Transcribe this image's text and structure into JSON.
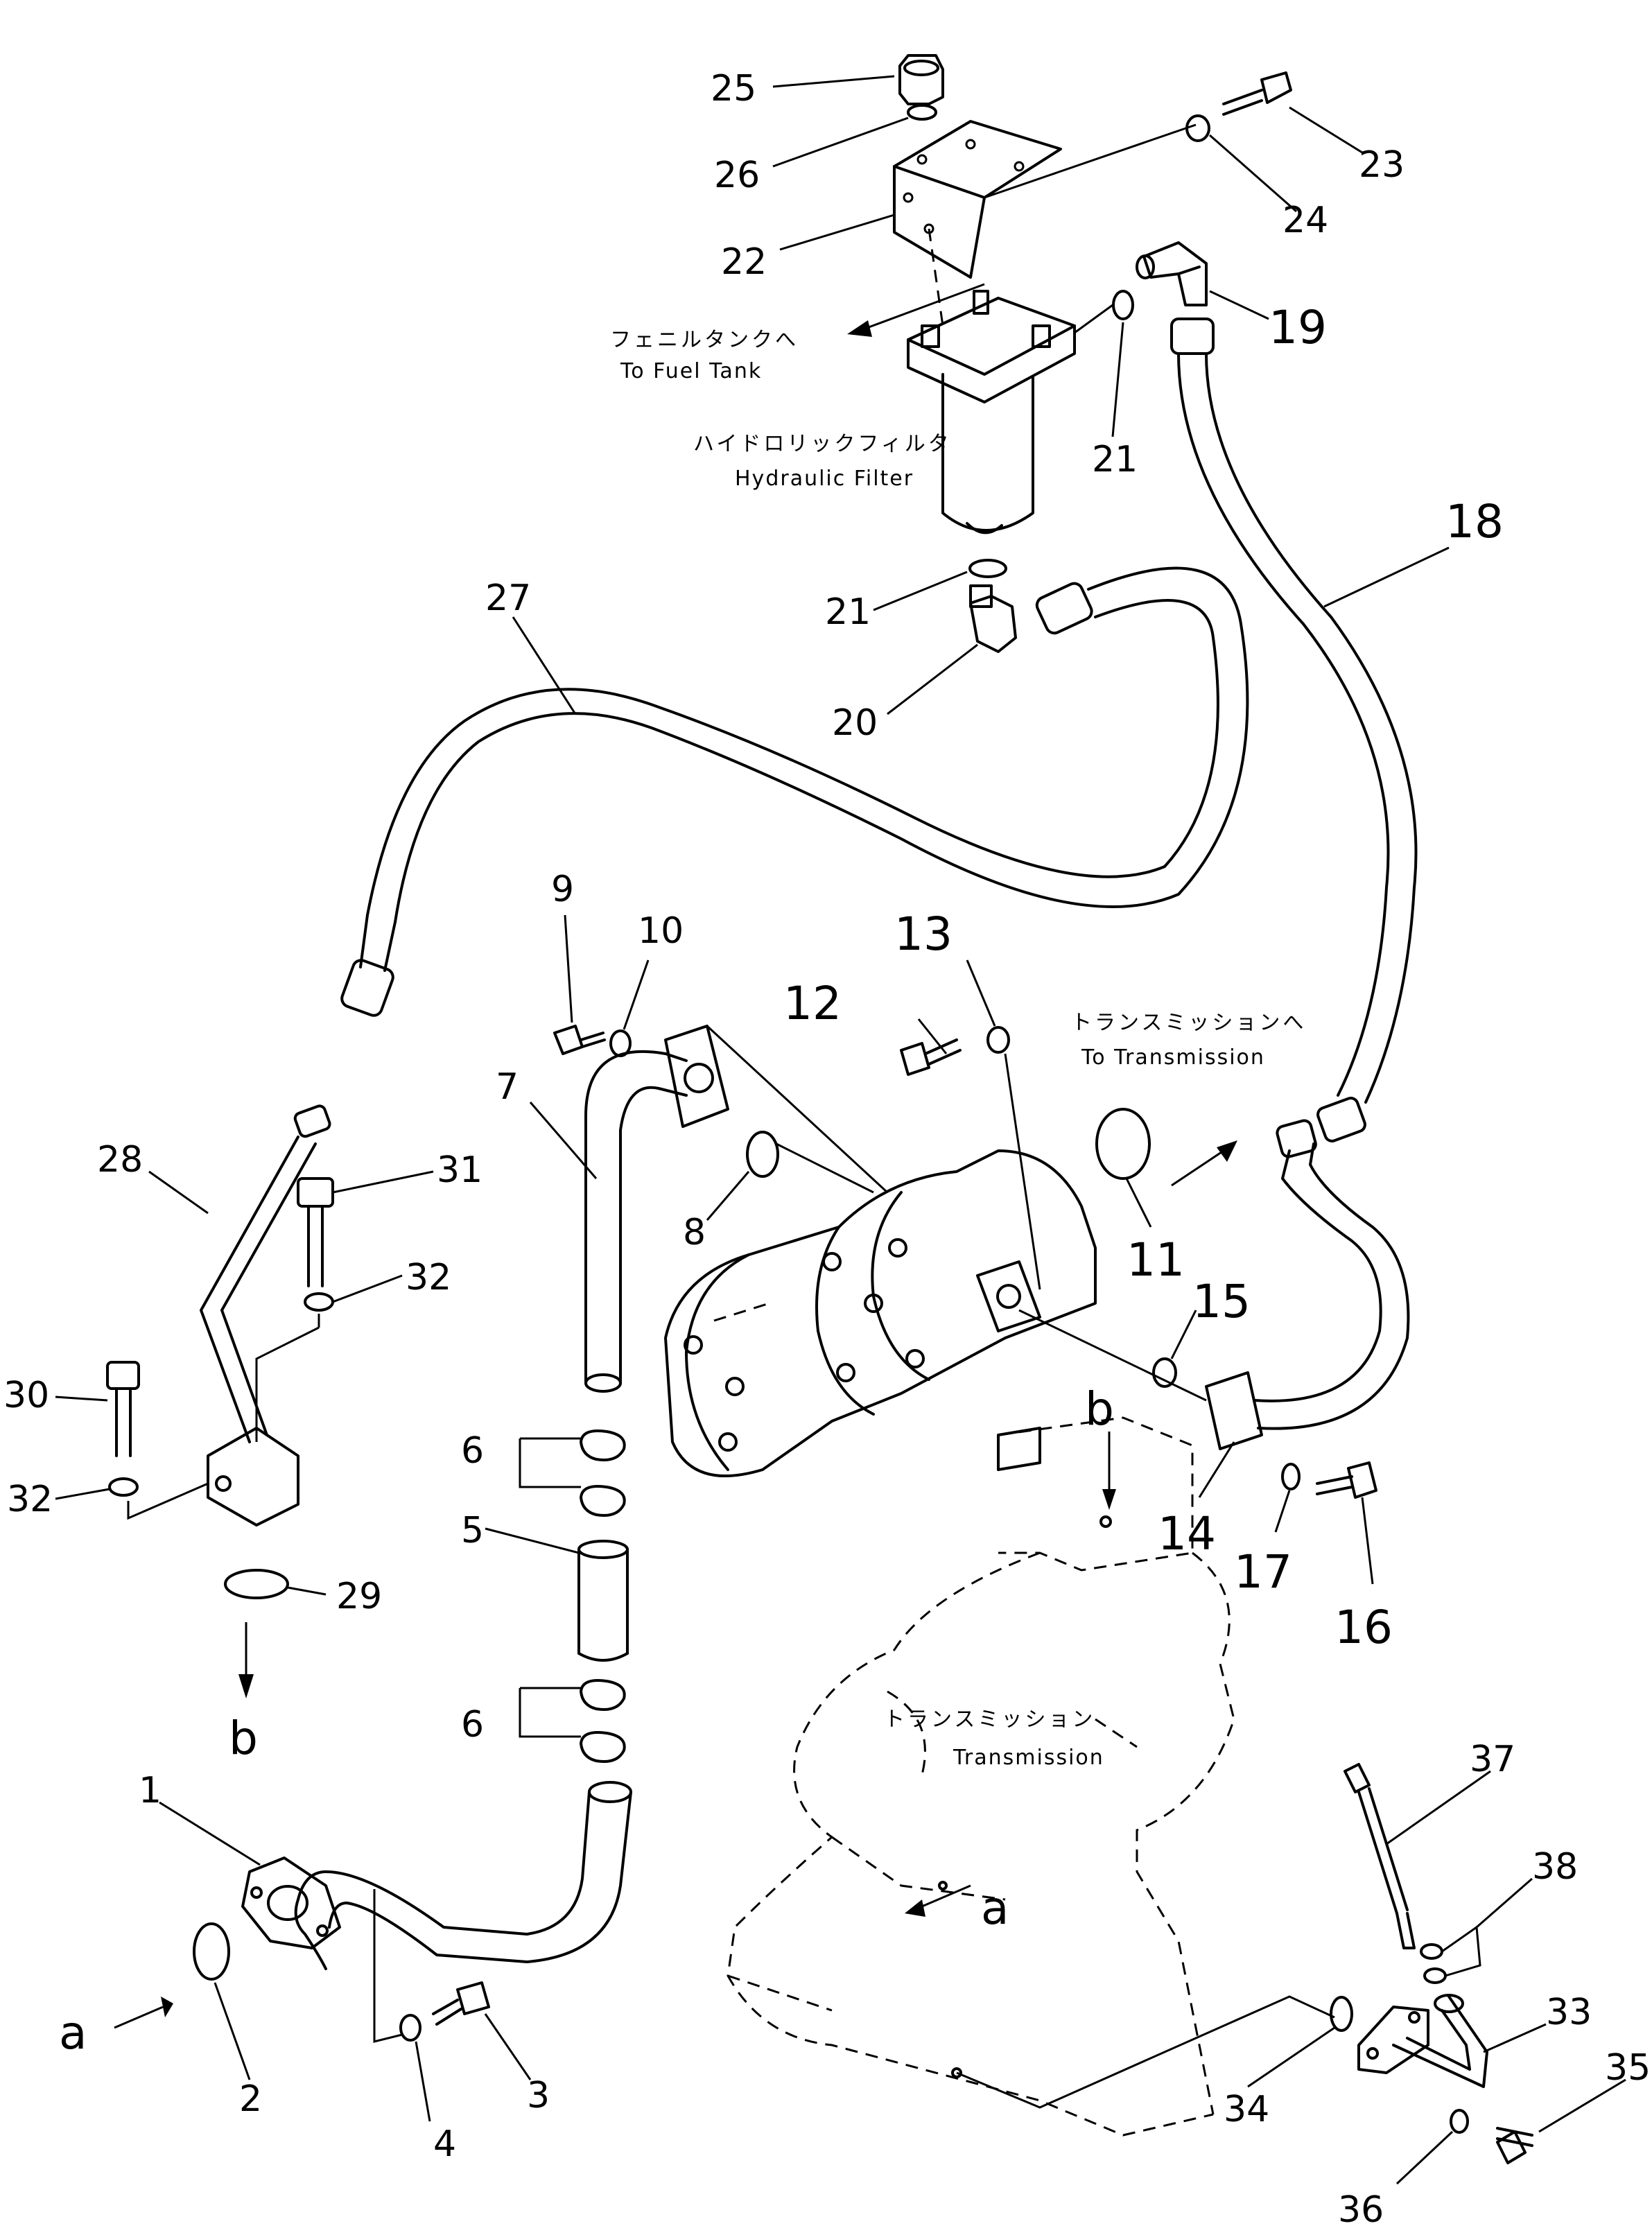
{
  "labels": {
    "p1": "1",
    "p2": "2",
    "p3": "3",
    "p4": "4",
    "p5": "5",
    "p6a": "6",
    "p6b": "6",
    "p7": "7",
    "p8": "8",
    "p9": "9",
    "p10": "10",
    "p11": "11",
    "p12": "12",
    "p13": "13",
    "p14": "14",
    "p15": "15",
    "p16": "16",
    "p17": "17",
    "p18": "18",
    "p19": "19",
    "p20": "20",
    "p21a": "21",
    "p21b": "21",
    "p22": "22",
    "p23": "23",
    "p24": "24",
    "p25": "25",
    "p26": "26",
    "p27": "27",
    "p28": "28",
    "p29": "29",
    "p30": "30",
    "p31": "31",
    "p32a": "32",
    "p32b": "32",
    "p33": "33",
    "p34": "34",
    "p35": "35",
    "p36": "36",
    "p37": "37",
    "p38": "38"
  },
  "refs": {
    "a_left": "a",
    "a_trans": "a",
    "b_left": "b",
    "b_top": "b"
  },
  "annotations": {
    "fuel_tank_jp": "フェニルタンクへ",
    "fuel_tank_en": "To Fuel Tank",
    "hyd_filter_jp": "ハイドロリックフィルタ",
    "hyd_filter_en": "Hydraulic Filter",
    "to_trans_jp": "トランスミッションへ",
    "to_trans_en": "To Transmission",
    "trans_jp": "トランスミッション",
    "trans_en": "Transmission"
  }
}
